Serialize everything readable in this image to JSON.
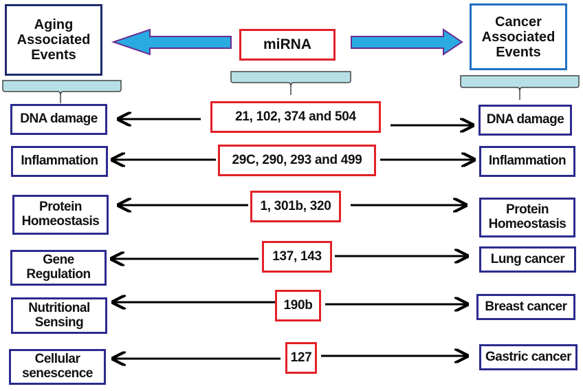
{
  "header": {
    "left_title": "Aging\nAssociated\nEvents",
    "center_title": "miRNA",
    "right_title": "Cancer\nAssociated\nEvents"
  },
  "colors": {
    "aging_border": "#1f2a6b",
    "cancer_header_border": "#1f6fc2",
    "mirna_border": "#e32027",
    "event_border": "#2b2b8f",
    "arrow_fill": "#29abe2",
    "arrow_stroke": "#6a2c91",
    "brace_fill": "#b7e0e6"
  },
  "rows": [
    {
      "aging": "DNA damage",
      "mirna": "21, 102, 374 and 504",
      "cancer": "DNA damage"
    },
    {
      "aging": "Inflammation",
      "mirna": "29C, 290, 293 and 499",
      "cancer": "Inflammation"
    },
    {
      "aging": "Protein\nHomeostasis",
      "mirna": "1, 301b, 320",
      "cancer": "Protein\nHomeostasis"
    },
    {
      "aging": "Gene\nRegulation",
      "mirna": "137, 143",
      "cancer": "Lung cancer"
    },
    {
      "aging": "Nutritional\nSensing",
      "mirna": "190b",
      "cancer": "Breast cancer"
    },
    {
      "aging": "Cellular\nsenescence",
      "mirna": "127",
      "cancer": "Gastric cancer"
    }
  ]
}
